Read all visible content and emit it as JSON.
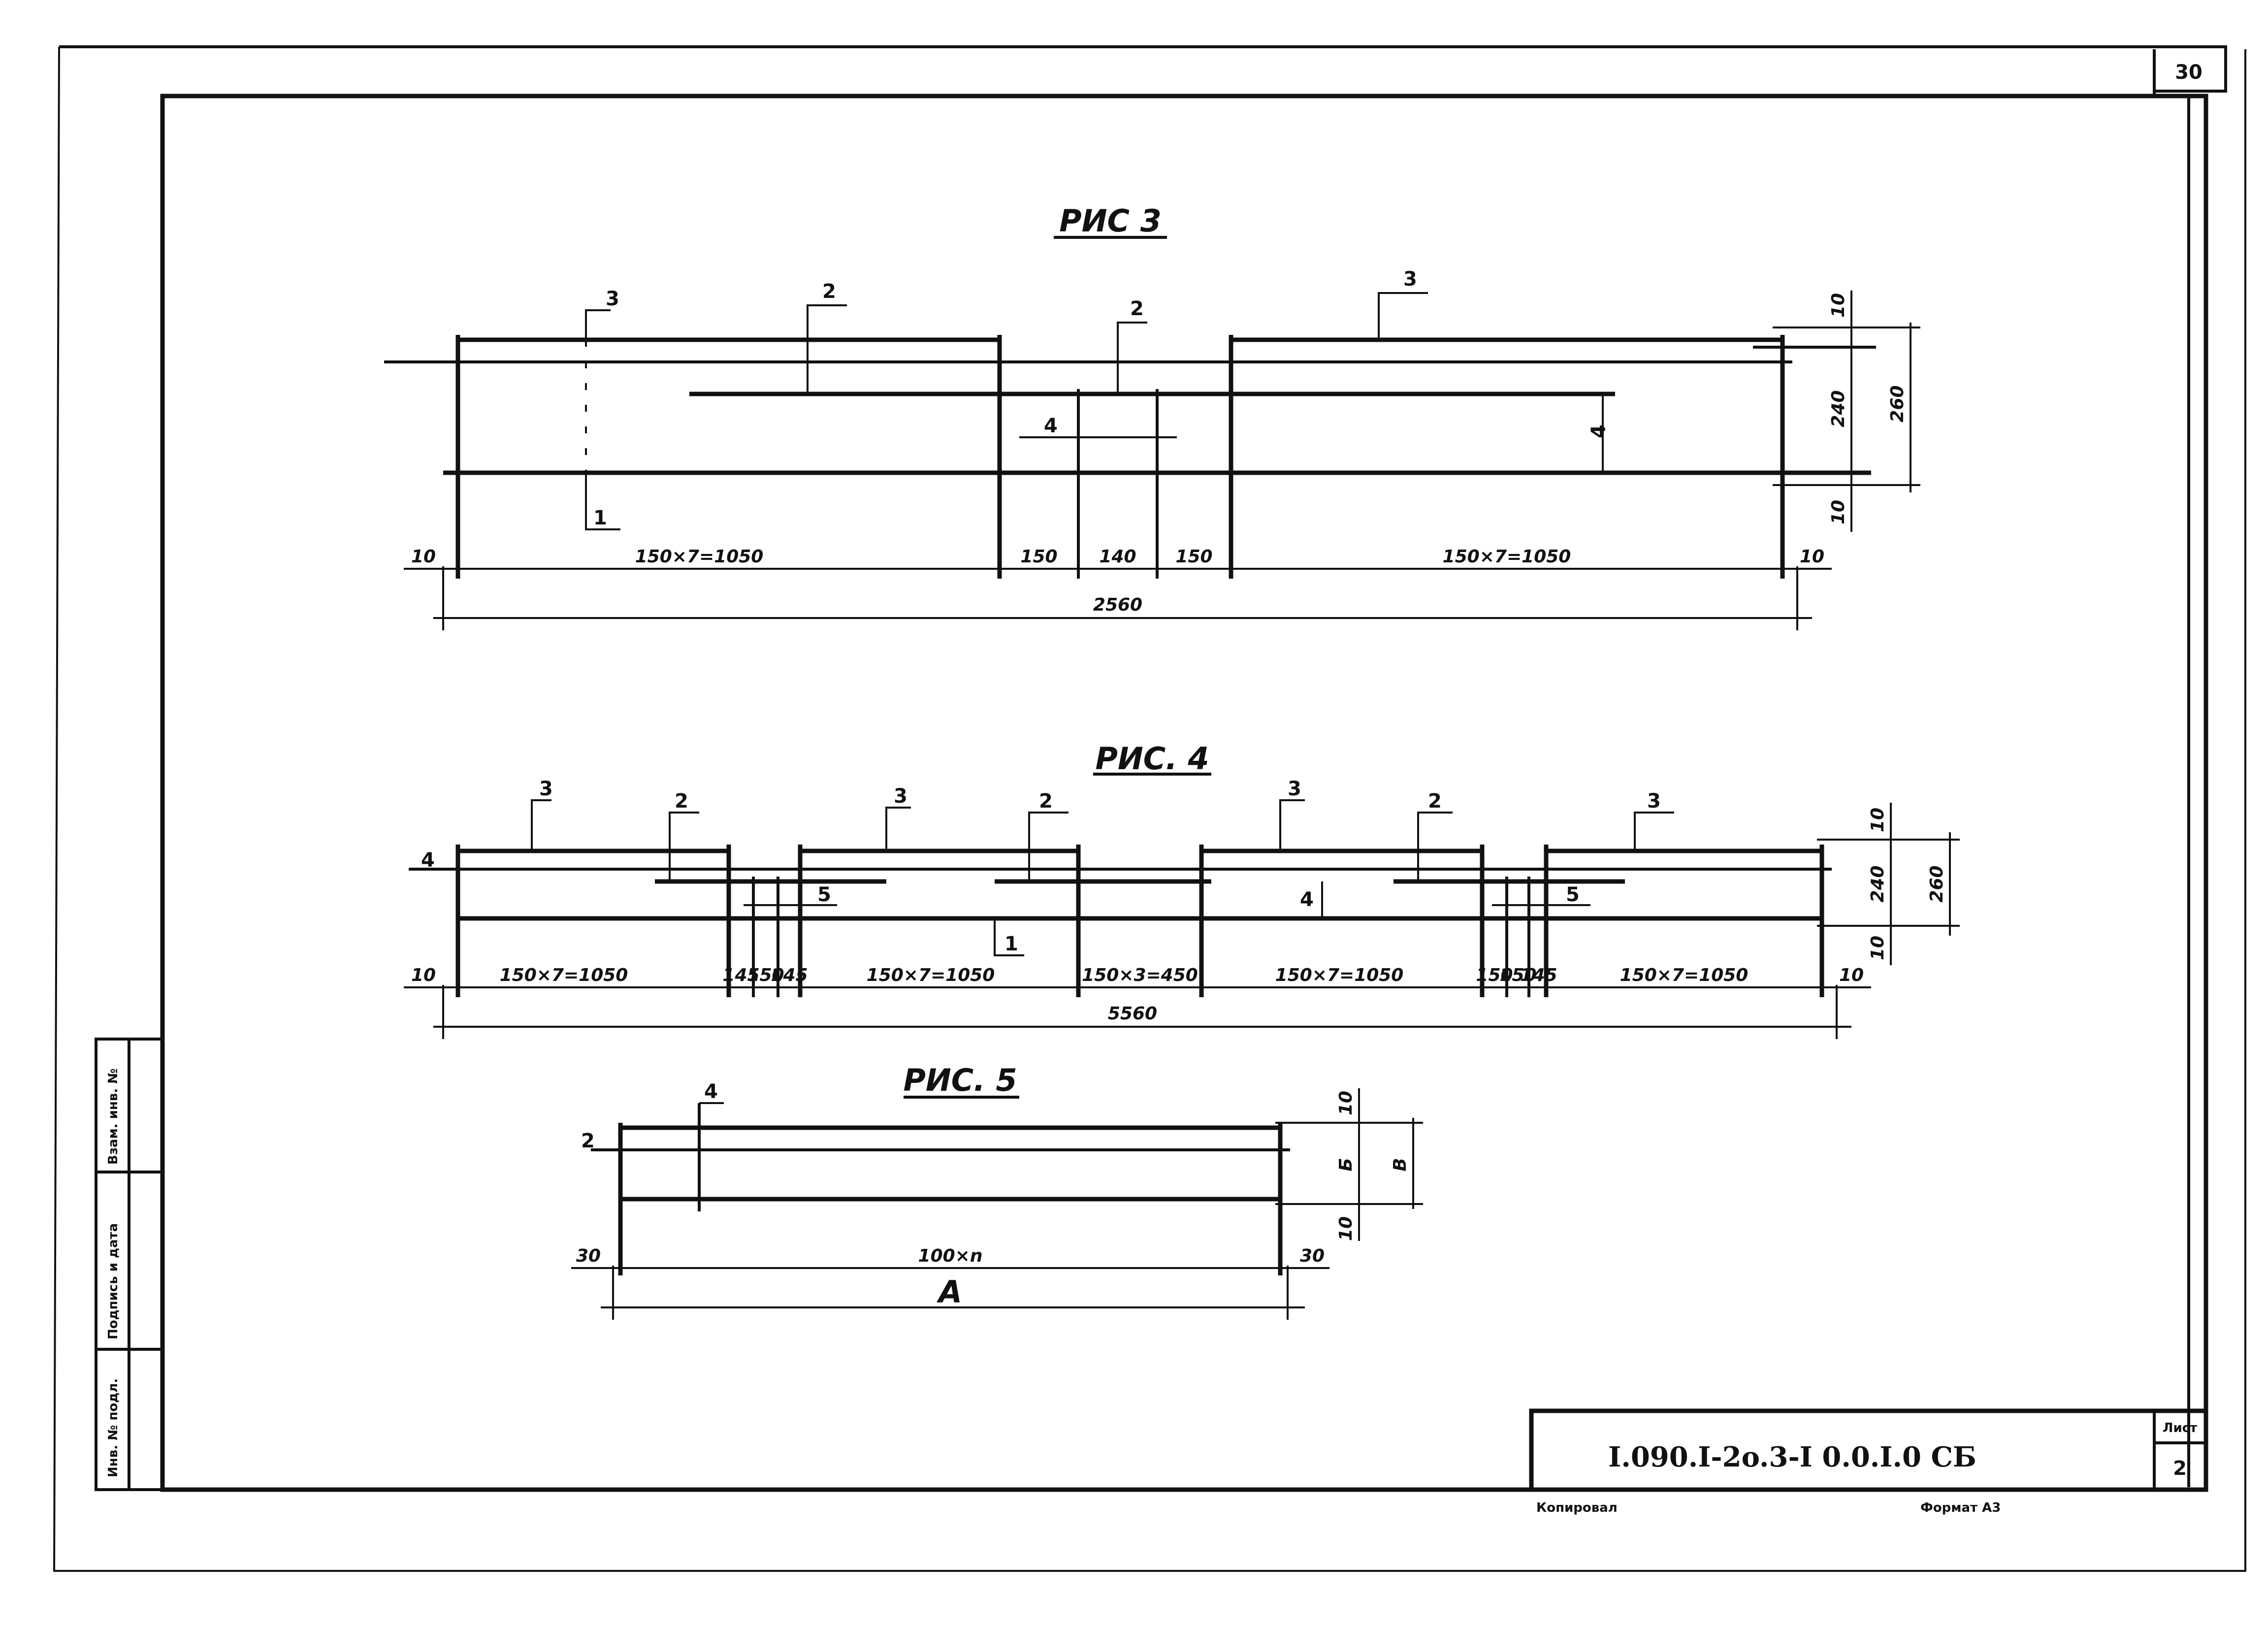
{
  "sheet": {
    "corner_number": "30",
    "side_stamp": [
      "Инв. № подл.",
      "Подпись и дата",
      "Взам. инв. №"
    ],
    "title_block": {
      "code": "I.090.I-2o.3-I 0.0.I.0 СБ",
      "sheet_label": "Лист",
      "sheet_number": "2",
      "copied_label": "Копировал",
      "format_label": "Формат А3"
    }
  },
  "figures": {
    "fig3": {
      "title": "РИС 3",
      "marks": [
        "3",
        "2",
        "2",
        "3",
        "4",
        "4",
        "1"
      ],
      "dims_bottom": [
        "10",
        "150×7=1050",
        "150",
        "140",
        "150",
        "150×7=1050",
        "10"
      ],
      "dim_total": "2560",
      "dims_right": [
        "10",
        "240",
        "10",
        "260"
      ]
    },
    "fig4": {
      "title": "РИС. 4",
      "marks": [
        "3",
        "2",
        "3",
        "2",
        "3",
        "2",
        "3",
        "4",
        "5",
        "4",
        "5",
        "1"
      ],
      "dims_bottom": [
        "10",
        "150×7=1050",
        "145",
        "150",
        "145",
        "150×7=1050",
        "150×3=450",
        "150×7=1050",
        "150",
        "150",
        "145",
        "150×7=1050",
        "10"
      ],
      "dim_total": "5560",
      "dims_right": [
        "10",
        "240",
        "10",
        "260"
      ]
    },
    "fig5": {
      "title": "РИС. 5",
      "marks": [
        "4",
        "2"
      ],
      "dims_bottom": [
        "30",
        "100×n",
        "30"
      ],
      "dim_total": "А",
      "dims_right": [
        "10",
        "Б",
        "10",
        "В"
      ]
    }
  }
}
